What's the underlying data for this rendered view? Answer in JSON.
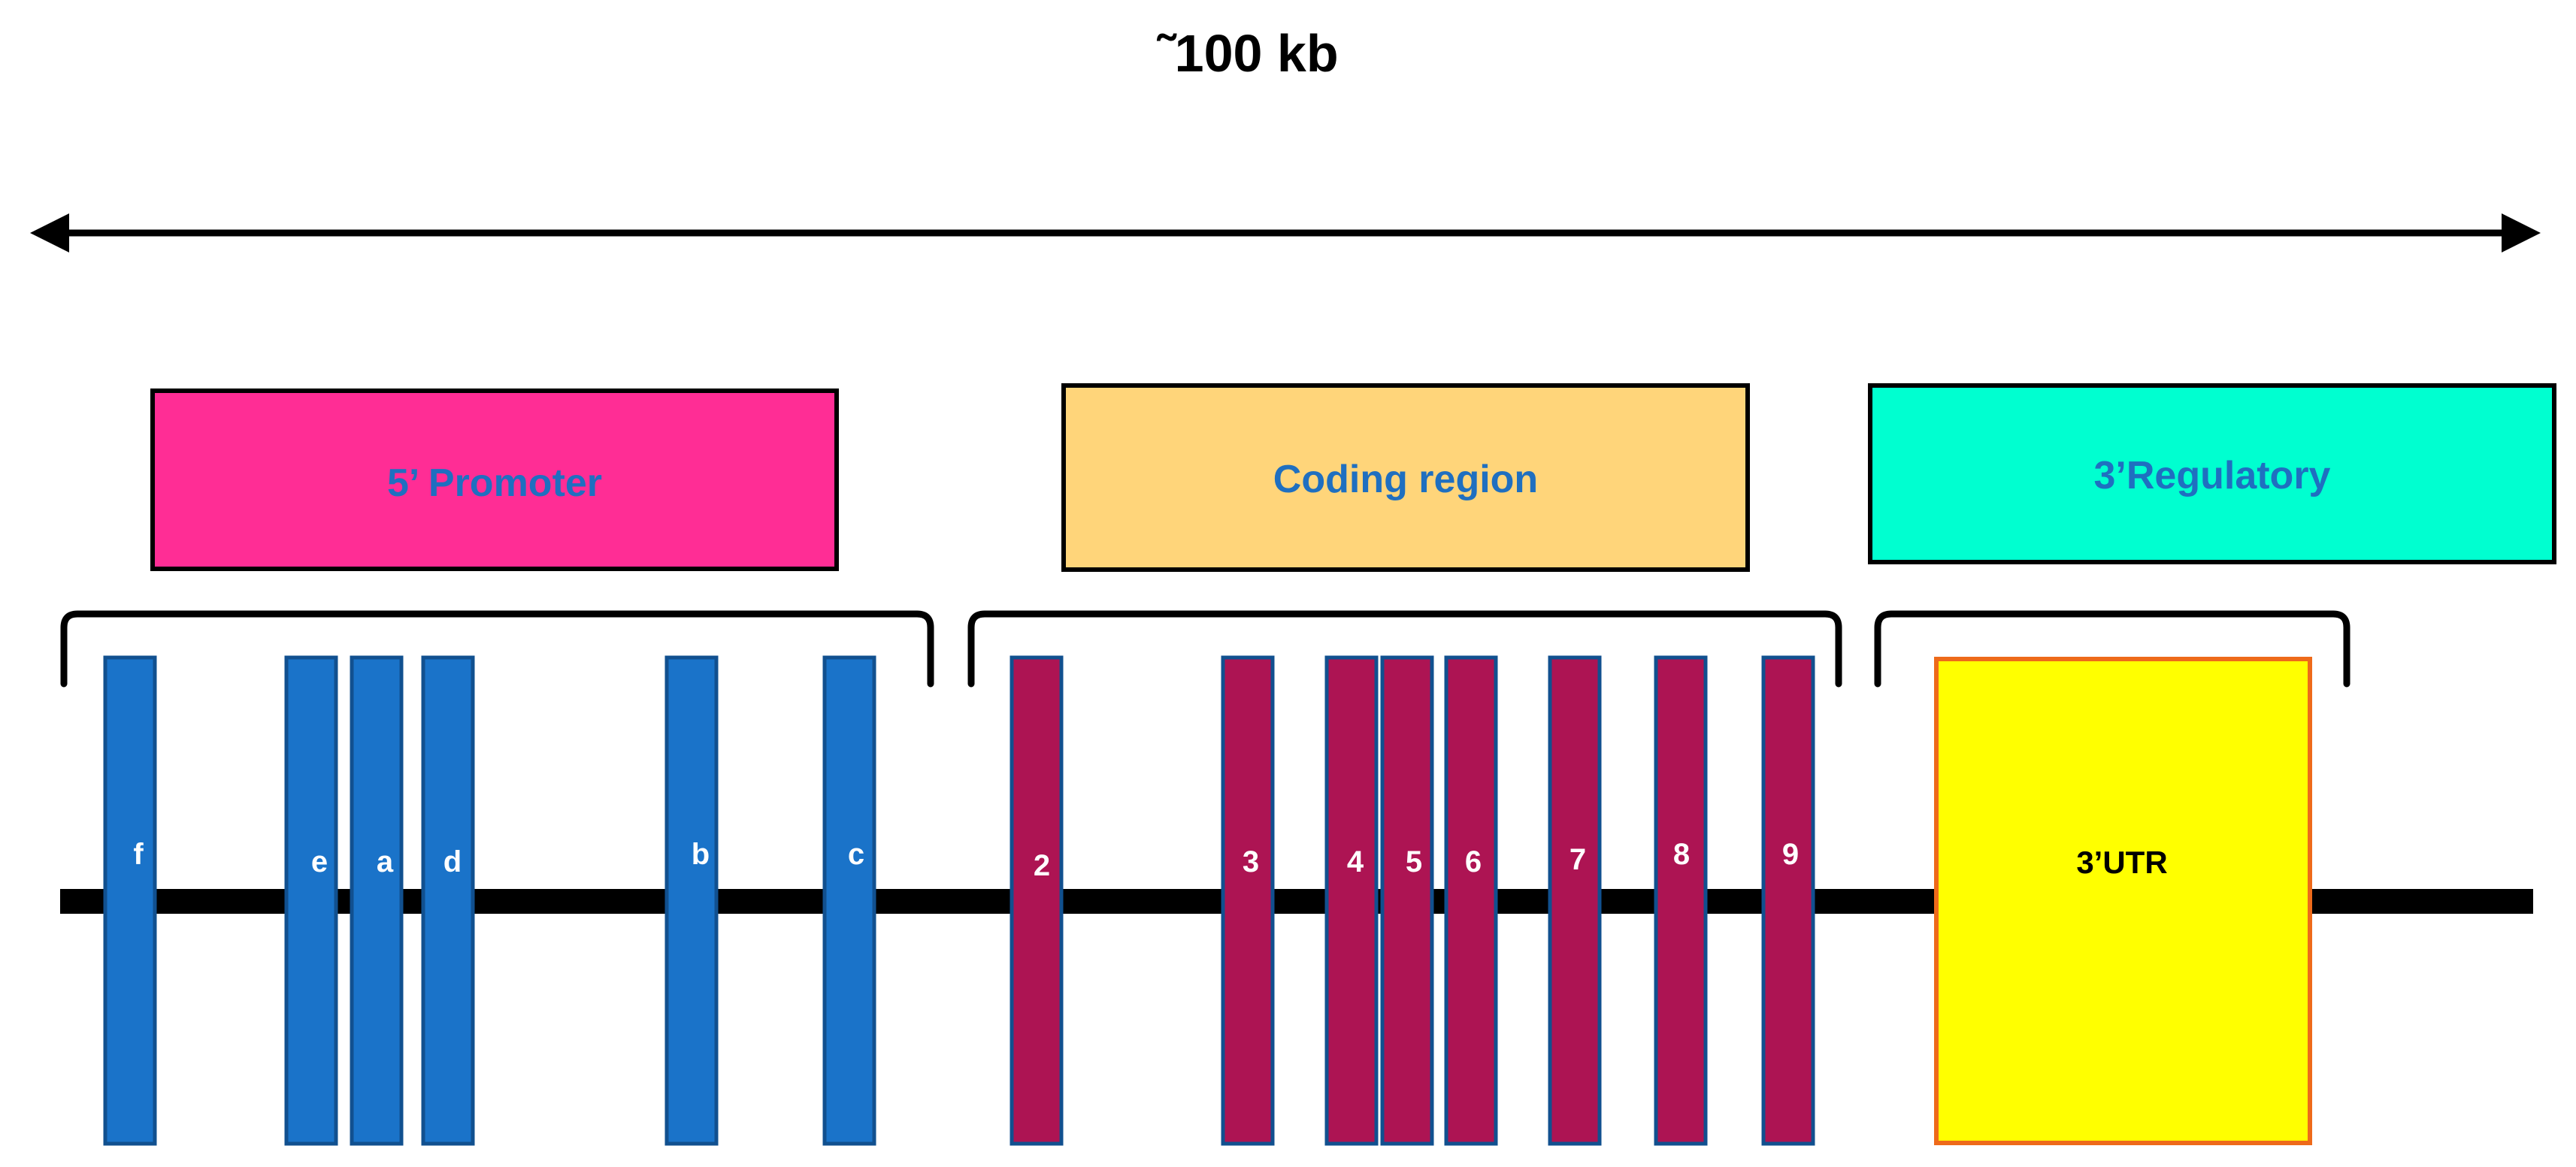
{
  "scale": {
    "label": "˜100 kb"
  },
  "regions": {
    "promoter": "5’ Promoter",
    "coding": "Coding region",
    "regulatory": "3’Regulatory"
  },
  "promoter_exons": [
    "f",
    "e",
    "a",
    "d",
    "b",
    "c"
  ],
  "coding_exons": [
    "2",
    "3",
    "4",
    "5",
    "6",
    "7",
    "8",
    "9"
  ],
  "utr": {
    "label": "3’UTR"
  },
  "colors": {
    "promoter_box": "#ff2d95",
    "coding_box": "#ffd57a",
    "regulatory_box": "#00ffd0",
    "region_text": "#1f6fc0",
    "promoter_exon": "#1a73c9",
    "coding_exon": "#ad1453",
    "exon_border": "#11508f",
    "utr_fill": "#ffff00",
    "utr_border": "#ee6a1a",
    "line": "#000000"
  }
}
